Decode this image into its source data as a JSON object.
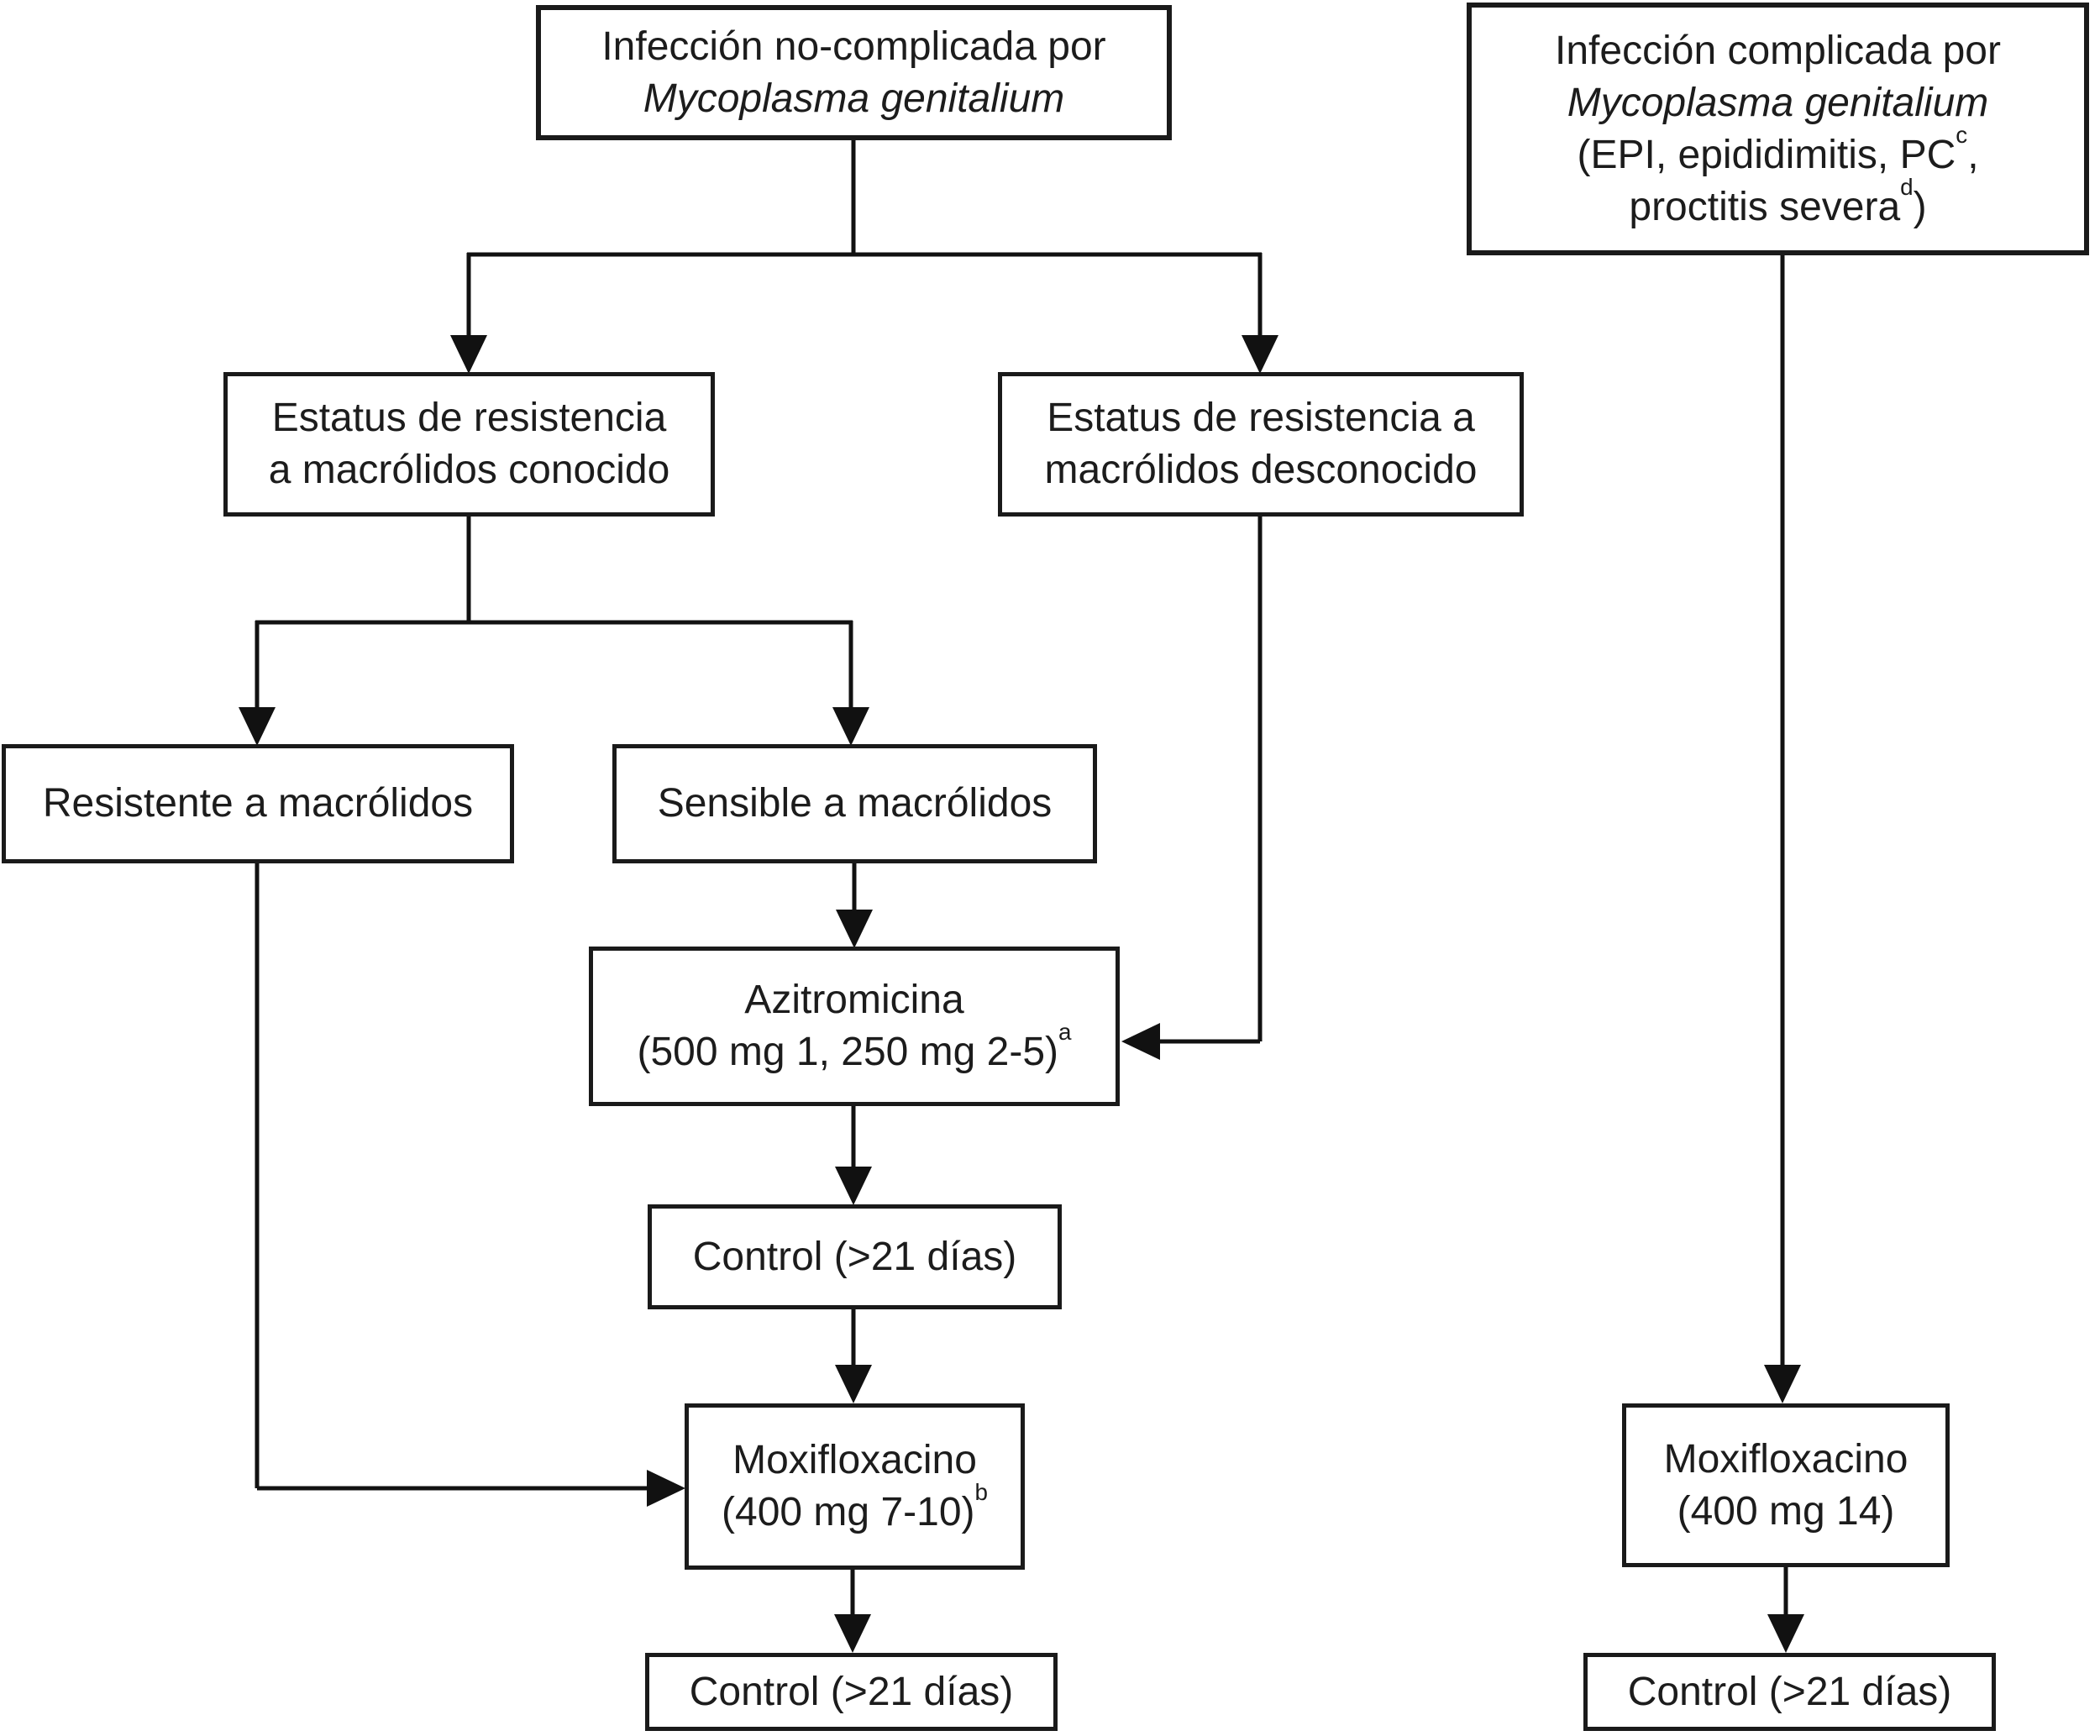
{
  "colors": {
    "background": "#ffffff",
    "box_border": "#1a1a1a",
    "line": "#111111",
    "text": "#1c1c1c"
  },
  "nodes": {
    "uncomplicated_infection": {
      "line1": "Infección no-complicada por",
      "species": "Mycoplasma genitalium"
    },
    "complicated_infection": {
      "line1": "Infección complicada por",
      "species": "Mycoplasma genitalium",
      "detail1_text": "(EPI, epididimitis, PC",
      "detail1_sup": "c",
      "detail1_tail": ",",
      "detail2_text": "proctitis severa",
      "detail2_sup": "d",
      "detail2_tail": ")"
    },
    "status_known": {
      "line1": "Estatus de resistencia",
      "line2": "a macrólidos conocido"
    },
    "status_unknown": {
      "line1": "Estatus de resistencia a",
      "line2": "macrólidos desconocido"
    },
    "macrolide_resistant": {
      "label": "Resistente a macrólidos"
    },
    "macrolide_sensitive": {
      "label": "Sensible a macrólidos"
    },
    "azithromycin": {
      "drug": "Azitromicina",
      "dose": "(500 mg 1, 250 mg 2-5)",
      "dose_sup": "a"
    },
    "control_1": {
      "label": "Control (>21 días)"
    },
    "moxifloxacin_uncomplicated": {
      "drug": "Moxifloxacino",
      "dose": "(400 mg 7-10)",
      "dose_sup": "b"
    },
    "control_2": {
      "label": "Control (>21 días)"
    },
    "moxifloxacin_complicated": {
      "drug": "Moxifloxacino",
      "dose": "(400 mg 14)"
    },
    "control_3": {
      "label": "Control (>21 días)"
    }
  }
}
